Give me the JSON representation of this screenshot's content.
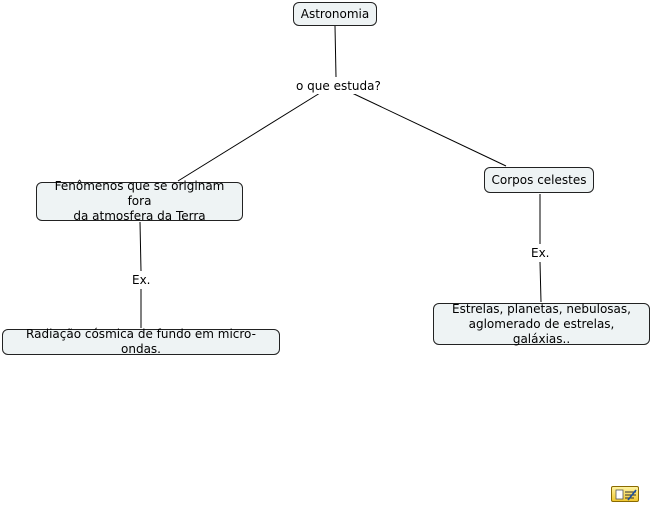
{
  "nodes": {
    "astronomia": "Astronomia",
    "fenomenos": "Fenômenos que se originam fora\nda atmosfera da Terra",
    "corpos": "Corpos celestes",
    "radiacao": "Radiação cósmica de fundo em micro-ondas.",
    "estrelas": "Estrelas, planetas, nebulosas,\naglomerado de estrelas, galáxias.."
  },
  "links": {
    "o_que_estuda": "o que estuda?",
    "ex_left": "Ex.",
    "ex_right": "Ex."
  },
  "edges": [
    {
      "from": "astronomia",
      "to": "o_que_estuda"
    },
    {
      "from": "o_que_estuda",
      "to": "fenomenos"
    },
    {
      "from": "o_que_estuda",
      "to": "corpos"
    },
    {
      "from": "fenomenos",
      "to": "ex_left"
    },
    {
      "from": "ex_left",
      "to": "radiacao"
    },
    {
      "from": "corpos",
      "to": "ex_right"
    },
    {
      "from": "ex_right",
      "to": "estrelas"
    }
  ],
  "icons": {
    "note": "notes-icon"
  }
}
